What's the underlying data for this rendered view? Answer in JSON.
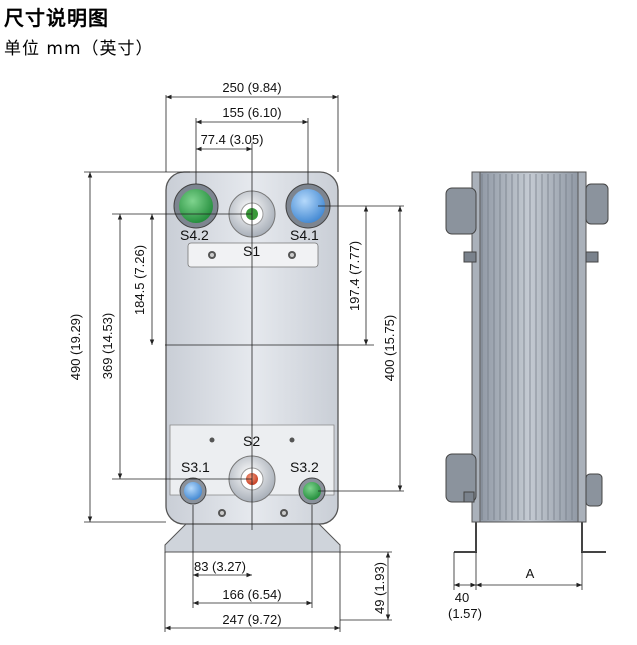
{
  "header": {
    "title": "尺寸说明图",
    "subtitle": "单位 mm（英寸）"
  },
  "dimensions": {
    "top_width": "250 (9.84)",
    "port_spacing_x": "155 (6.10)",
    "center_to_port": "77.4 (3.05)",
    "height_total": "490 (19.29)",
    "height_369": "369 (14.53)",
    "height_184": "184.5 (7.26)",
    "height_197": "197.4 (7.77)",
    "height_400": "400 (15.75)",
    "bottom_83": "83 (3.27)",
    "bottom_166": "166 (6.54)",
    "bottom_247": "247 (9.72)",
    "foot_height": "49 (1.93)",
    "side_40": "40",
    "side_40_in": "(1.57)",
    "side_A": "A"
  },
  "ports": {
    "s42": "S4.2",
    "s41": "S4.1",
    "s1": "S1",
    "s2": "S2",
    "s31": "S3.1",
    "s32": "S3.2"
  },
  "colors": {
    "plate_fill": "#dfe3e9",
    "port_green": "#2fa24a",
    "port_blue": "#5a9ee0",
    "port_red": "#d2432a",
    "port_center_green": "#3a9a3a",
    "line": "#222222"
  }
}
